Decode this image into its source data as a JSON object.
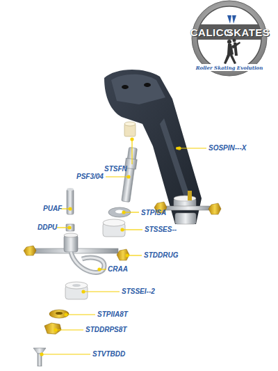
{
  "diagram": {
    "labels": [
      "CALICO",
      "SKATES",
      "Roller Skating Evolution",
      "STSFN",
      "SOSPIN---X",
      "PSF3/04",
      "PUAF",
      "STPISA",
      "DDPU",
      "STSSES--",
      "STDDRUG",
      "CRAA",
      "STSSEI--2",
      "STPIIA8T",
      "STDDRPS8T",
      "STVTBDD"
    ]
  }
}
